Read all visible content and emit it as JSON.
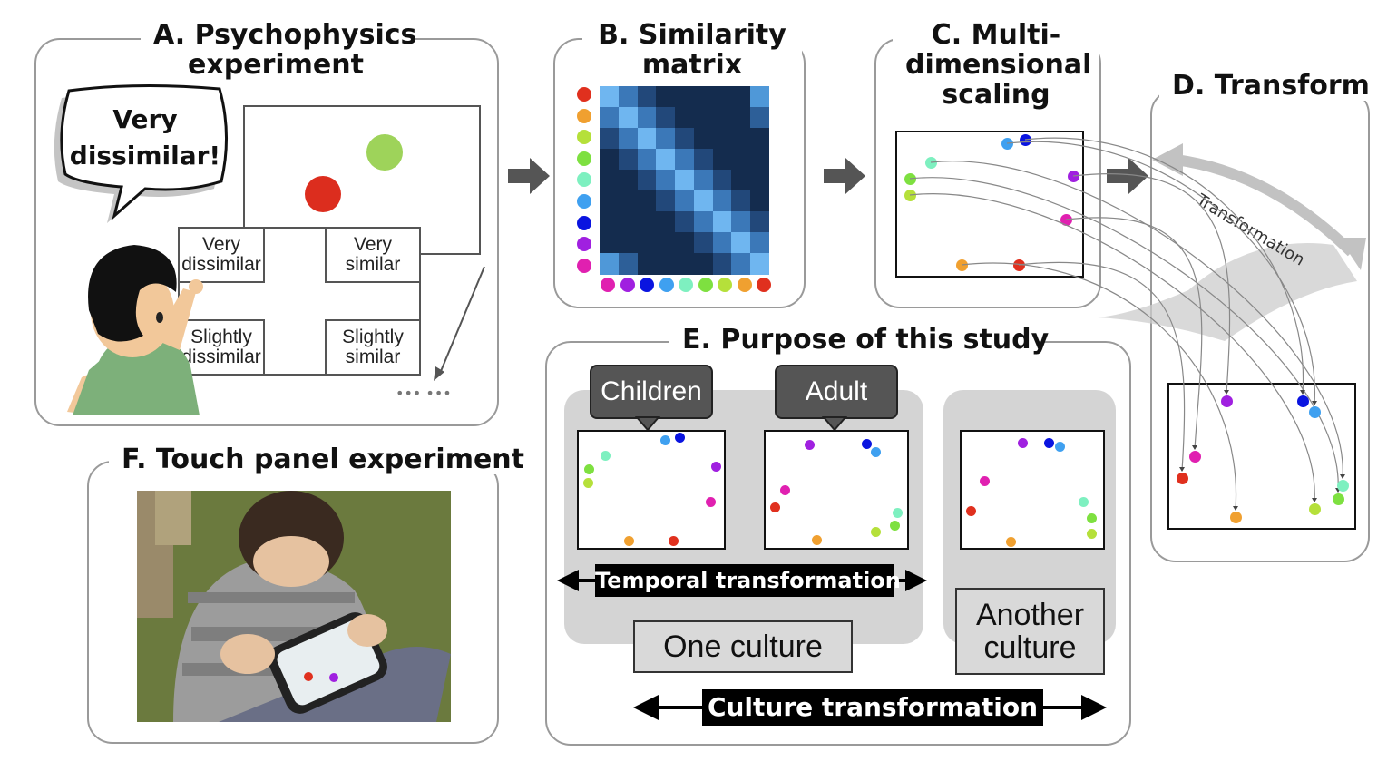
{
  "panels": {
    "a": {
      "title_line1": "A. Psychophysics",
      "title_line2": "experiment"
    },
    "b": {
      "title_line1": "B. Similarity",
      "title_line2": "matrix"
    },
    "c": {
      "title_line1": "C. Multi-",
      "title_line2": "dimensional",
      "title_line3": "scaling"
    },
    "d": {
      "title": "D. Transform"
    },
    "e": {
      "title": "E. Purpose of this study"
    },
    "f": {
      "title": "F. Touch panel experiment"
    }
  },
  "speech": {
    "line1": "Very",
    "line2": "dissimilar!"
  },
  "responses": {
    "very_dissimilar": {
      "l1": "Very",
      "l2": "dissimilar"
    },
    "very_similar": {
      "l1": "Very",
      "l2": "similar"
    },
    "slightly_dissimilar": {
      "l1": "Slightly",
      "l2": "dissimilar"
    },
    "slightly_similar": {
      "l1": "Slightly",
      "l2": "similar"
    }
  },
  "ellipsis": "••• •••",
  "transform_label": "Transformation",
  "purpose": {
    "children_label": "Children",
    "adult_label": "Adult",
    "temporal_label": "Temporal transformation",
    "one_culture": "One culture",
    "another_culture_l1": "Another",
    "another_culture_l2": "culture",
    "culture_label": "Culture transformation"
  },
  "colors": {
    "red": "#e0301e",
    "orange": "#f0a030",
    "yellow_green": "#b5e03a",
    "green": "#7ee040",
    "aqua": "#7ef0c0",
    "sky": "#3fa0f0",
    "blue": "#0a14e0",
    "purple": "#a020e0",
    "magenta": "#e020b0"
  }
}
